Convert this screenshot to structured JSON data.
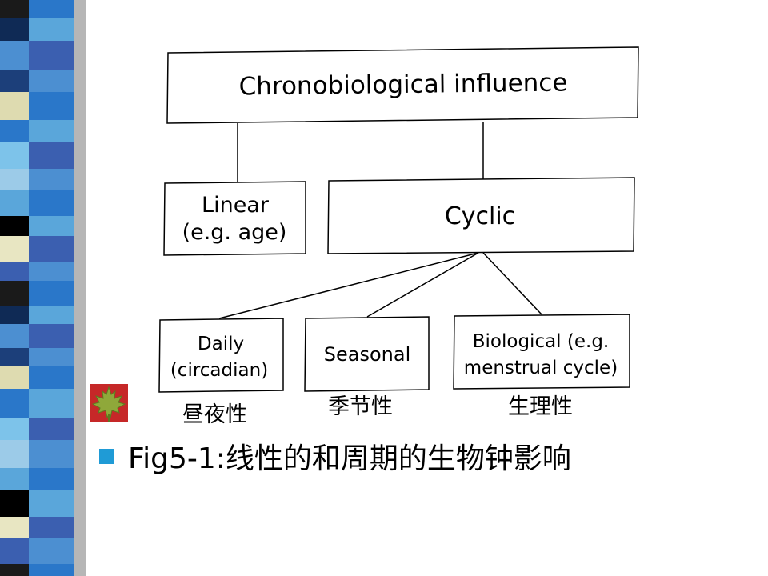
{
  "diagram": {
    "root": "Chronobiological influence",
    "linear_line1": "Linear",
    "linear_line2": "(e.g. age)",
    "cyclic": "Cyclic",
    "daily_line1": "Daily",
    "daily_line2": "(circadian)",
    "seasonal": "Seasonal",
    "biological_line1": "Biological (e.g.",
    "biological_line2": "menstrual cycle)"
  },
  "labels": {
    "daily_cn": "昼夜性",
    "seasonal_cn": "季节性",
    "biological_cn": "生理性"
  },
  "caption": "Fig5-1:线性的和周期的生物钟影响",
  "decor": {
    "stripe_icon": "patterned-stripe",
    "leaf_icon": "maple-leaf-icon",
    "bullet_icon": "square-bullet-icon",
    "bullet_color": "#1f9bd6",
    "leaf_color": "#c62828"
  }
}
